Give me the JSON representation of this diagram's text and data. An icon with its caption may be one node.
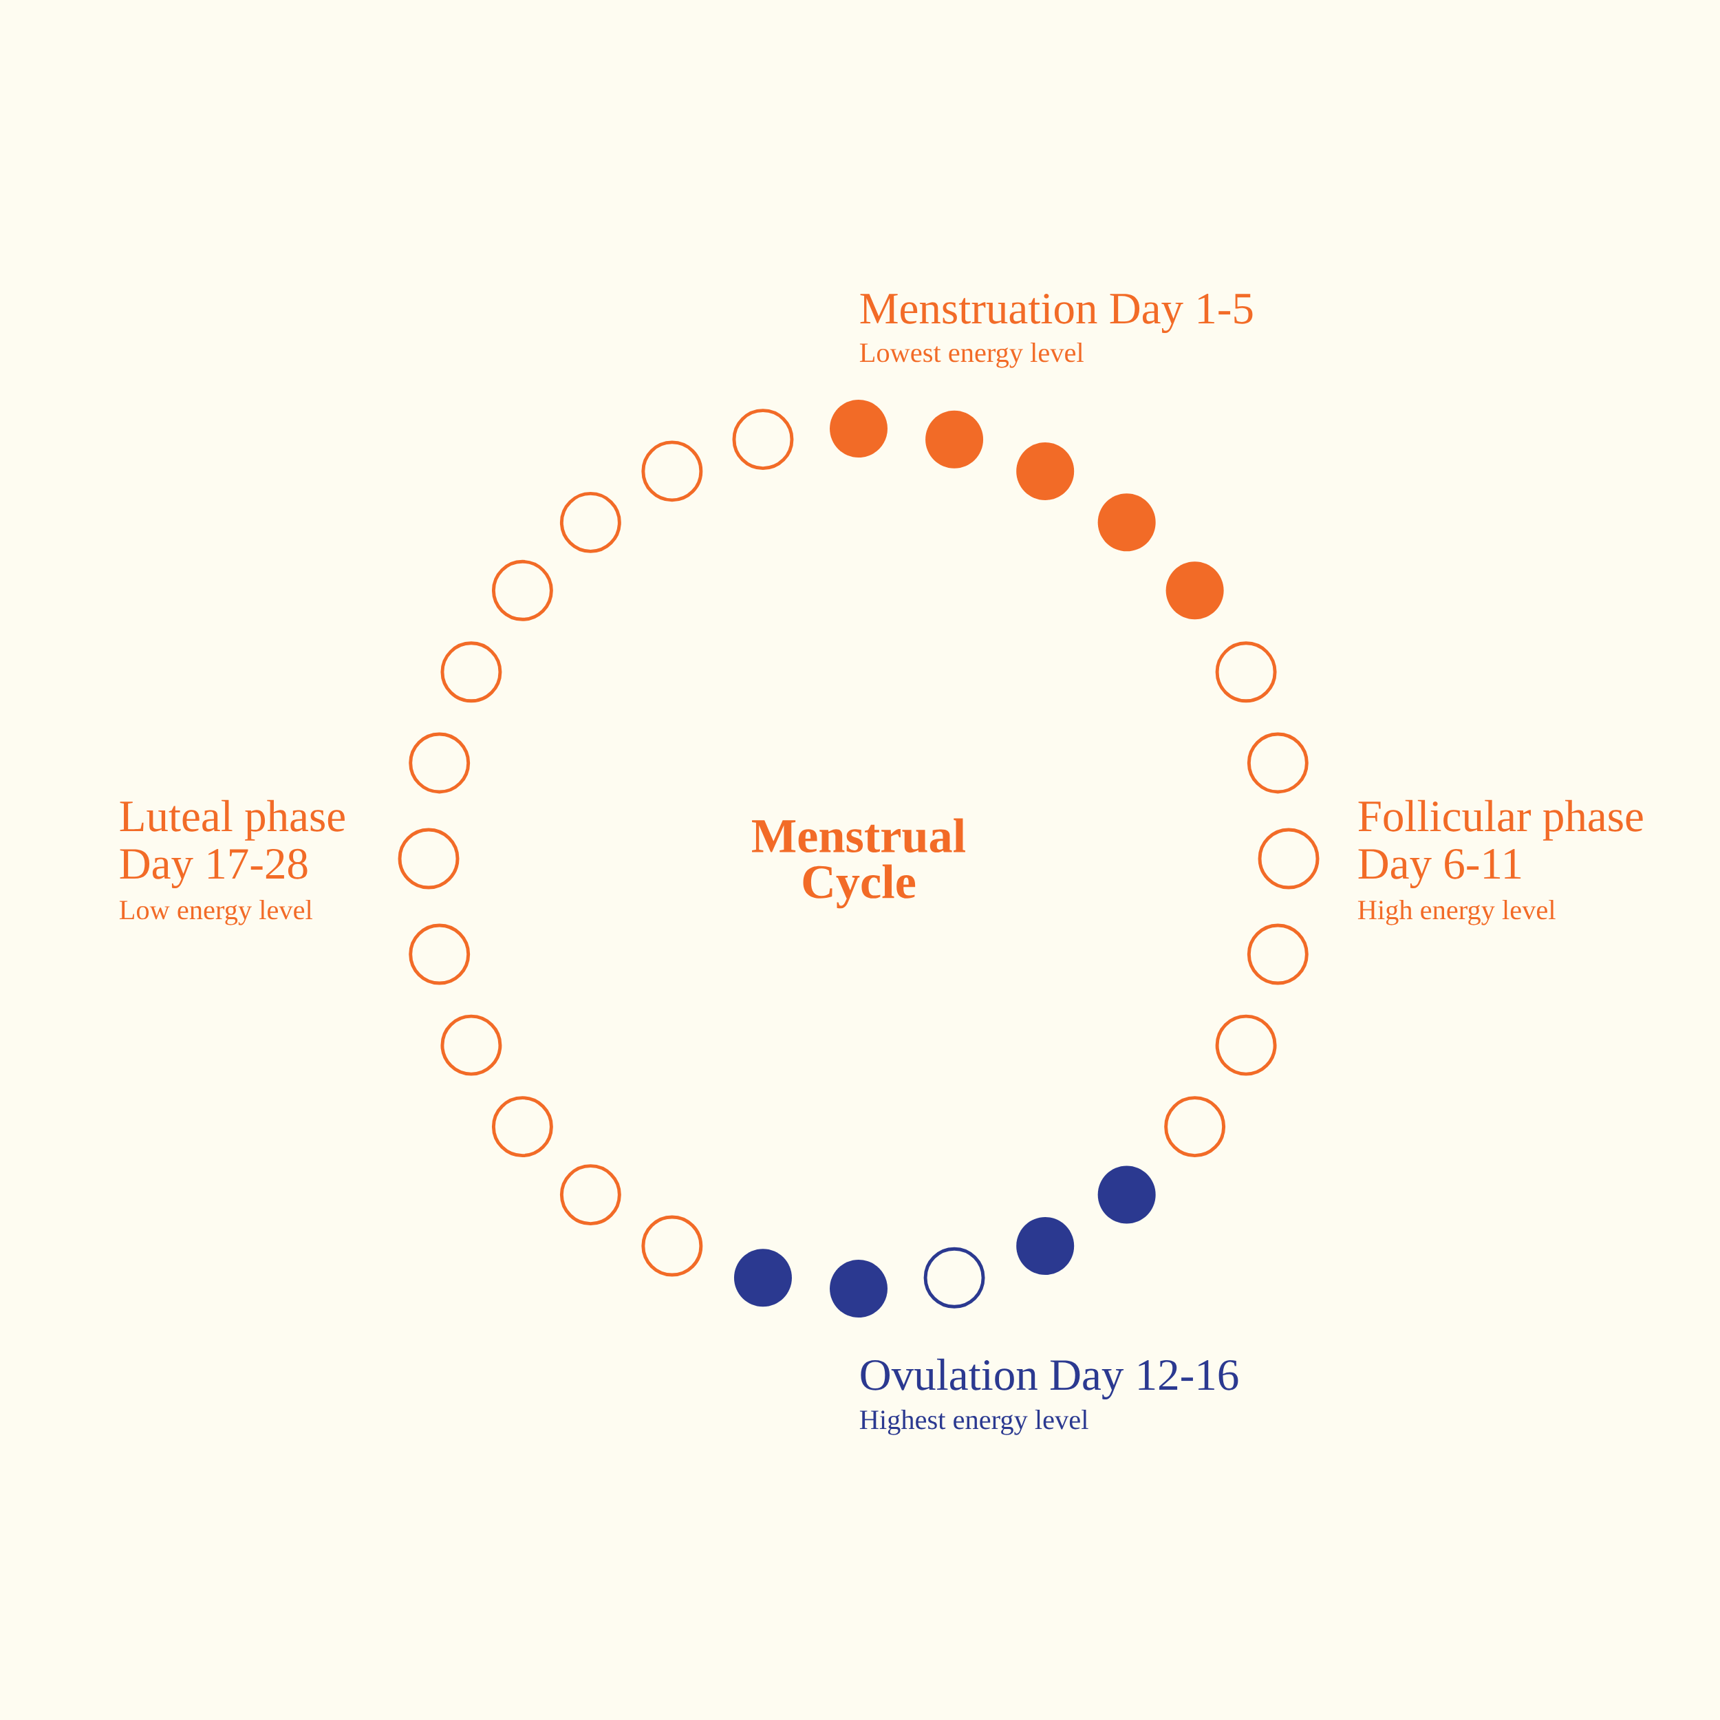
{
  "diagram": {
    "title": "Menstrual Cycle",
    "labels": [
      "Menstruation Day 1-5",
      "Lowest energy level",
      "Luteal phase",
      "Day 17-28",
      "Low energy level",
      "Follicular phase",
      "Day 6-11",
      "High energy level",
      "Ovulation Day 12-16",
      "Highest energy level"
    ]
  }
}
